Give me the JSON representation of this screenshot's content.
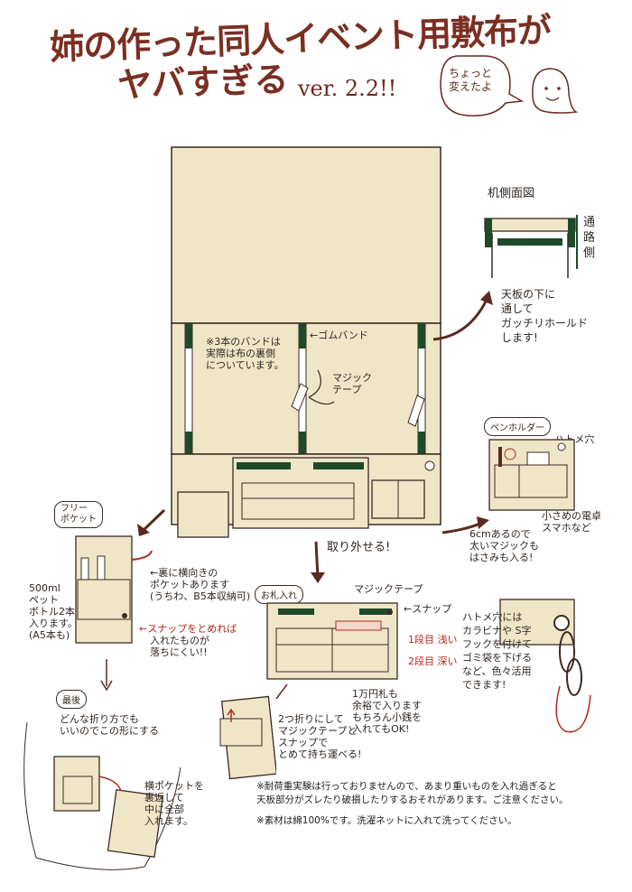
{
  "title": {
    "line1": "姉の作った同人イベント用敷布が",
    "line2": "ヤバすぎる",
    "version": "ver. 2.2!!",
    "bubble": "ちょっと\n変えたよ"
  },
  "main": {
    "band_note": "※3本のバンドは\n実際は布の裏側\nについています。",
    "rubber_band": "←ゴムバンド",
    "magic_tape": "マジック\nテープ",
    "removable": "取り外せる!"
  },
  "desk_side": {
    "heading": "机側面図",
    "aisle": "通\n路\n側",
    "hold_text": "天板の下に\n通して\nガッチリホールド\nします!"
  },
  "pen_holder": {
    "label": "ペンホルダー",
    "grommet": "ハトメ穴",
    "left_caption": "6cmあるので\n太いマジックも\nはさみも入る!",
    "right_caption": "小さめの電卓\nスマホなど"
  },
  "free_pocket": {
    "label": "フリー\nポケット",
    "bottle_text": "500ml\nペット\nボトル2本\n入ります。\n(A5本も)",
    "back_text": "←裏に横向きの\nポケットあります\n(うちわ、B5本収納可)",
    "snap_text_red": "←スナップをとめれば",
    "snap_text": "入れたものが\n落ちにくい!!"
  },
  "money_case": {
    "label": "お札入れ",
    "magic_tape": "マジックテープ",
    "snap": "←スナップ",
    "tier1": "1段目 浅い",
    "tier2": "2段目 深い",
    "note": "1万円札も\n余裕で入ります\nもちろん小銭を\n入れてもOK!",
    "fold_note": "2つ折りにして\nマジックテープと\nスナップで\nとめて持ち運べる!"
  },
  "hook": {
    "text": "ハトメ穴には\nカラビナや S字\nフックを付けて\nゴミ袋を下げる\nなど、色々活用\nできます!"
  },
  "final": {
    "label": "最後",
    "text1": "どんな折り方でも\nいいのでこの形にする",
    "text2": "横ポケットを\n裏返して\n中に全部\n入れます。"
  },
  "notes": {
    "warning": "※耐荷重実験は行っておりませんので、あまり重いものを入れ過ぎると\n天板部分がズレたり破損したりするおそれがあります。ご注意ください。",
    "material": "※素材は綿100%です。洗濯ネットに入れて洗ってください。"
  },
  "colors": {
    "cloth": "#efe6c8",
    "band": "#1e4a2a",
    "outline": "#3a2a22",
    "title": "#7a2f22",
    "accent_red": "#b02a20"
  }
}
